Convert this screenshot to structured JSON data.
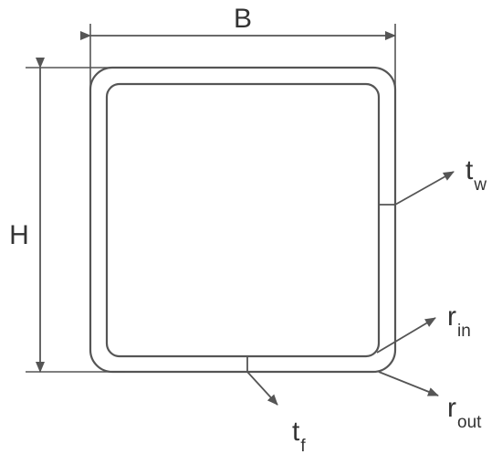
{
  "diagram": {
    "labels": {
      "width": "B",
      "height": "H",
      "web_thickness": {
        "symbol": "t",
        "subscript": "w"
      },
      "flange_thickness": {
        "symbol": "t",
        "subscript": "f"
      },
      "inner_radius": {
        "symbol": "r",
        "subscript": "in"
      },
      "outer_radius": {
        "symbol": "r",
        "subscript": "out"
      }
    },
    "colors": {
      "stroke": "#555555",
      "text": "#333333",
      "background": "#ffffff"
    }
  }
}
